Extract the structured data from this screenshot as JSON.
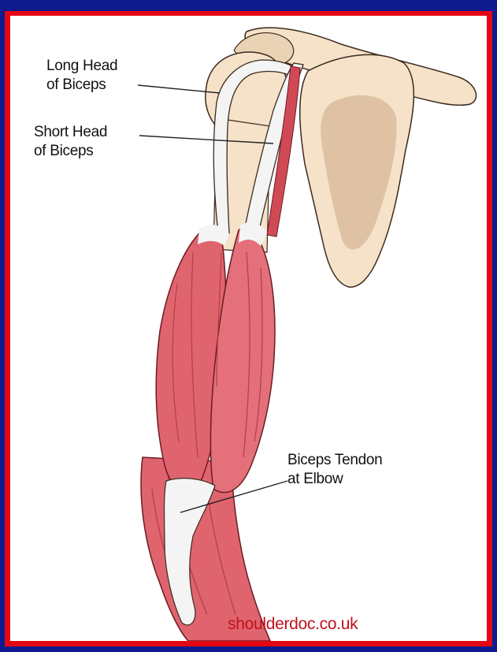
{
  "colors": {
    "outer_frame": "#0d1b8f",
    "border": "#e30613",
    "background": "#ffffff",
    "muscle": "#e0646e",
    "muscle_dark": "#b8404c",
    "bone": "#f6e2c8",
    "bone_shade": "#dfc2a4",
    "tendon": "#f4f4f4",
    "watermark": "#c0121c"
  },
  "labels": {
    "long_head": "Long Head\nof Biceps",
    "short_head": "Short Head\nof Biceps",
    "elbow_tendon": "Biceps Tendon\nat Elbow"
  },
  "watermark": "shoulderdoc.co.uk"
}
